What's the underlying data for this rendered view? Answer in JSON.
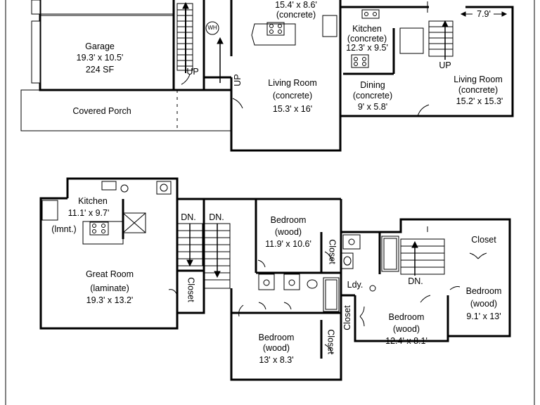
{
  "upper_plan": {
    "garage": {
      "name": "Garage",
      "dims": "19.3' x 10.5'",
      "area": "224 SF"
    },
    "covered_porch": {
      "name": "Covered Porch"
    },
    "water_heater": {
      "label": "WH"
    },
    "stair_left_up": {
      "label": "UP"
    },
    "stair_mid_up": {
      "label": "UP"
    },
    "unit_a": {
      "top_room_dims": "15.4' x 8.6'",
      "top_room_material": "(concrete)",
      "living_room": {
        "name": "Living Room",
        "material": "(concrete)",
        "dims": "15.3' x 16'"
      }
    },
    "unit_b": {
      "kitchen": {
        "name": "Kitchen",
        "material": "(concrete)",
        "dims": "12.3' x 9.5'"
      },
      "dining": {
        "name": "Dining",
        "material": "(concrete)",
        "dims": "9' x 5.8'"
      },
      "stair_up": {
        "label": "UP"
      },
      "dimension_note": "7.9'",
      "living_room": {
        "name": "Living Room",
        "material": "(concrete)",
        "dims": "15.2' x 15.3'"
      }
    }
  },
  "lower_plan": {
    "kitchen": {
      "name": "Kitchen",
      "dims": "11.1' x 9.7'"
    },
    "laundry_left": {
      "label": "(lmnt.)"
    },
    "great_room": {
      "name": "Great Room",
      "material": "(laminate)",
      "dims": "19.3' x 13.2'"
    },
    "stair_dn_1": {
      "label": "DN."
    },
    "stair_dn_2": {
      "label": "DN."
    },
    "closet_1": {
      "label": "Closet"
    },
    "bedroom_1": {
      "name": "Bedroom",
      "material": "(wood)",
      "dims": "11.9' x 10.6'"
    },
    "closet_2": {
      "label": "Closet"
    },
    "bedroom_2": {
      "name": "Bedroom",
      "material": "(wood)",
      "dims": "13' x 8.3'"
    },
    "closet_3": {
      "label": "Closet"
    },
    "laundry_right": {
      "label": "Ldy."
    },
    "stair_dn_3": {
      "label": "DN."
    },
    "closet_4": {
      "label": "Closet"
    },
    "closet_5": {
      "label": "Closet"
    },
    "bedroom_3": {
      "name": "Bedroom",
      "material": "(wood)",
      "dims": "12.4' x 8.1'"
    },
    "bedroom_4": {
      "name": "Bedroom",
      "material": "(wood)",
      "dims": "9.1' x 13'"
    }
  }
}
